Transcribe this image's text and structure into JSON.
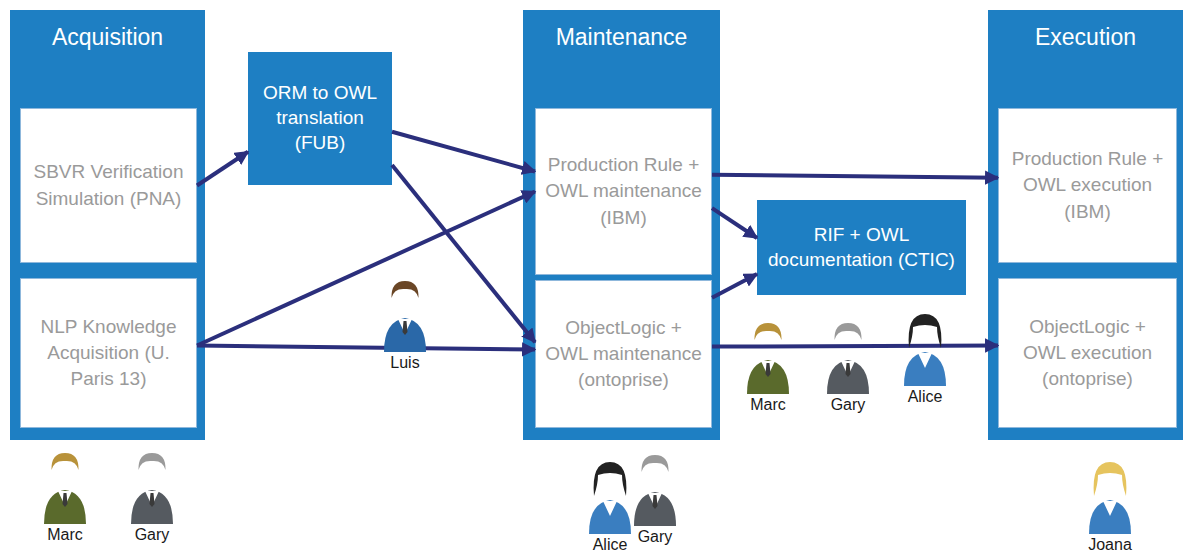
{
  "diagram": {
    "nodes": [
      {
        "text": [
          "Acquisition"
        ]
      },
      {
        "text": [
          "SBVR Verification Simulation (PNA)"
        ],
        "in": 0
      },
      {
        "text": [
          "NLP Knowledge Acquisition (U. Paris 13)"
        ],
        "in": 0
      },
      {
        "text": [
          "ORM to OWL translation (FUB)"
        ]
      },
      {
        "text": [
          "Maintenance"
        ]
      },
      {
        "text": [
          "Production Rule + OWL maintenance (IBM)"
        ],
        "in": 4
      },
      {
        "text": [
          "ObjectLogic + OWL maintenance (ontoprise)"
        ],
        "in": 4
      },
      {
        "text": [
          "RIF + OWL documentation (CTIC)"
        ]
      },
      {
        "text": [
          "Execution"
        ]
      },
      {
        "text": [
          "Production Rule + OWL execution (IBM)"
        ],
        "in": 8
      },
      {
        "text": [
          "ObjectLogic + OWL execution (ontoprise)"
        ],
        "in": 8
      }
    ],
    "edges": [
      {
        "from": 1,
        "to": 3,
        "arrow": "to"
      },
      {
        "from": 3,
        "to": 5,
        "arrow": "to"
      },
      {
        "from": 3,
        "to": 6,
        "arrow": "to"
      },
      {
        "from": 2,
        "to": 5,
        "arrow": "to"
      },
      {
        "from": 2,
        "to": 6,
        "arrow": "to"
      },
      {
        "from": 5,
        "to": 9,
        "arrow": "to"
      },
      {
        "from": 5,
        "to": 7,
        "arrow": "to"
      },
      {
        "from": 6,
        "to": 7,
        "arrow": "to"
      },
      {
        "from": 6,
        "to": 10,
        "arrow": "to"
      }
    ],
    "labels": [
      "Marc",
      "Gary",
      "Luis",
      "Marc",
      "Gary",
      "Alice",
      "Alice",
      "Gary",
      "Joana"
    ]
  }
}
